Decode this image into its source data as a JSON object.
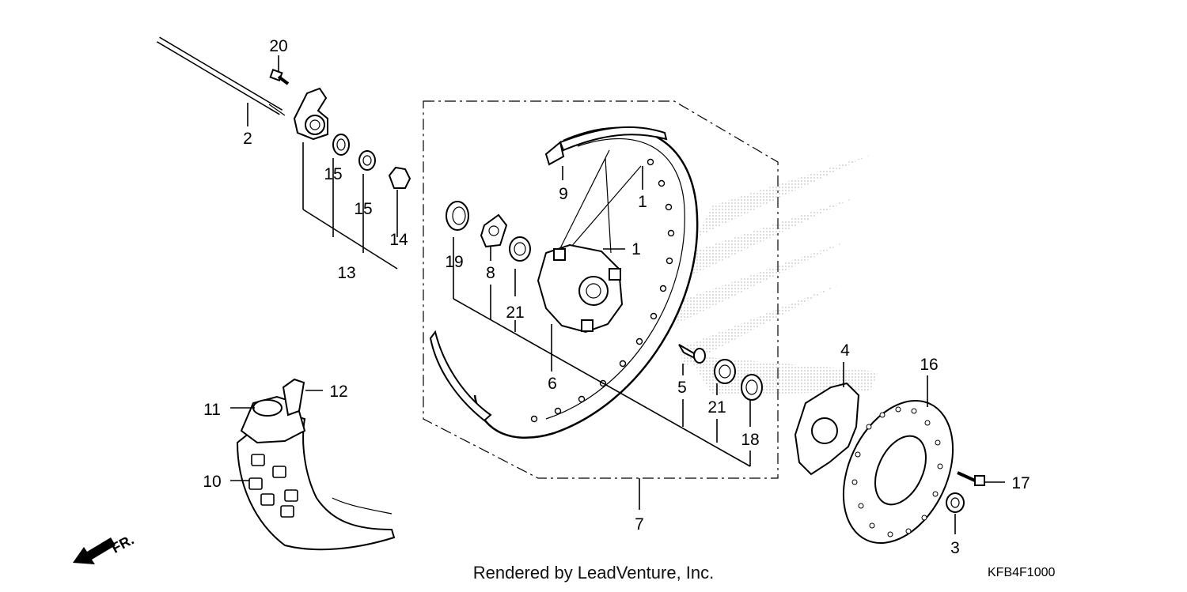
{
  "footer": {
    "rendered_by": "Rendered by LeadVenture, Inc.",
    "diagram_code": "KFB4F1000"
  },
  "direction": {
    "label": "FR."
  },
  "callouts": {
    "c20": "20",
    "c2": "2",
    "c15a": "15",
    "c15b": "15",
    "c14": "14",
    "c13": "13",
    "c9": "9",
    "c1a": "1",
    "c1b": "1",
    "c19": "19",
    "c8": "8",
    "c21a": "21",
    "c6": "6",
    "c5": "5",
    "c21b": "21",
    "c18": "18",
    "c7": "7",
    "c4": "4",
    "c16": "16",
    "c17": "17",
    "c3": "3",
    "c12": "12",
    "c11": "11",
    "c10": "10"
  },
  "colors": {
    "ink": "#000000",
    "watermark": "#c8c8c8",
    "background": "#ffffff"
  }
}
